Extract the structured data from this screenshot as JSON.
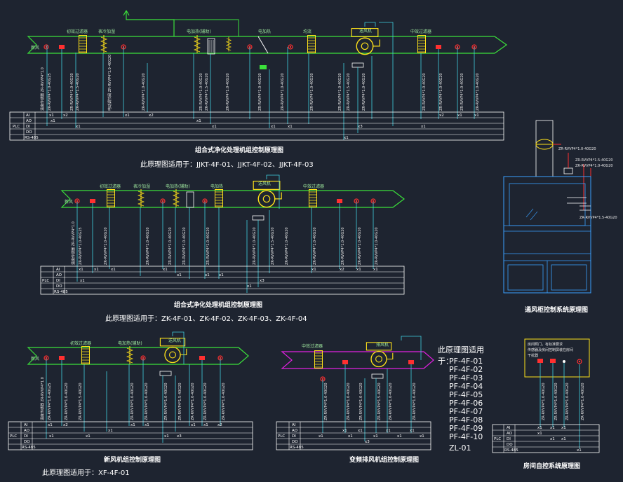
{
  "diagram1": {
    "caption": "组合式净化处理机组控制原理图",
    "applies_to": "此原理图适用于：JJKT-4F-01、JJKT-4F-02、JJKT-4F-03",
    "table_rows": [
      "AI",
      "AO",
      "DI",
      "DO",
      "RS-485"
    ],
    "plc_label": "PLC",
    "counts": [
      "x1",
      "x2",
      "x1",
      "x1",
      "x2",
      "x1",
      "x1",
      "x1",
      "x1",
      "x3",
      "x1",
      "x1",
      "x2",
      "x1",
      "x1",
      "x1"
    ],
    "labels": [
      "初效过滤器",
      "表冷加湿",
      "电加热(辅助)",
      "电加热",
      "均流",
      "送风机",
      "中效过滤器",
      "新风"
    ]
  },
  "diagram2": {
    "caption": "组合式净化处理机组控制原理图",
    "applies_to": "此原理图适用于：ZK-4F-01、ZK-4F-02、ZK-4F-03、ZK-4F-04",
    "table_rows": [
      "AI",
      "AO",
      "DI",
      "DO",
      "RS-485"
    ],
    "plc_label": "PLC",
    "counts": [
      "x1",
      "x1",
      "x1",
      "x1",
      "x1",
      "x1",
      "x1",
      "x1",
      "x3",
      "x1",
      "x1",
      "x2",
      "x1",
      "x1"
    ],
    "labels": [
      "初效过滤器",
      "表冷加湿",
      "电加热(辅助)",
      "电加热",
      "送风机",
      "中效过滤器",
      "新风"
    ]
  },
  "diagram3": {
    "caption": "新风机组控制原理图",
    "applies_to": "此原理图适用于：XF-4F-01",
    "table_rows": [
      "AI",
      "AO",
      "DI",
      "DO",
      "RS-485"
    ],
    "plc_label": "PLC",
    "counts": [
      "x1",
      "x2",
      "x1",
      "x1",
      "x1",
      "x1",
      "x1",
      "x1",
      "x3",
      "x1",
      "x2",
      "x1"
    ],
    "labels": [
      "初效过滤器",
      "电加热(辅助)",
      "送风机",
      "新风"
    ]
  },
  "diagram4": {
    "caption": "变频排风机组控制原理图",
    "applies_to_title": "此原理图适用",
    "applies_prefix": "于：",
    "units": [
      "PF-4F-01",
      "PF-4F-02",
      "PF-4F-03",
      "PF-4F-04",
      "PF-4F-05",
      "PF-4F-06",
      "PF-4F-07",
      "PF-4F-08",
      "PF-4F-09",
      "PF-4F-10",
      "ZL-01"
    ],
    "table_rows": [
      "AI",
      "AO",
      "DI",
      "DO",
      "RS-485"
    ],
    "plc_label": "PLC",
    "counts": [
      "x1",
      "x1",
      "x1",
      "x1",
      "x1",
      "x1",
      "x1",
      "x1",
      "x3",
      "x1"
    ],
    "labels": [
      "中效过滤器",
      "排风机"
    ]
  },
  "diagram5": {
    "caption": "通风柜控制系统原理图",
    "cable_labels": [
      "ZR-RVVP4*1.0-40G20",
      "ZR-RVVP4*1.5-40G20",
      "ZR-RVVP4*1.0-40G20",
      "ZR-RVVP4*1.5-40G20"
    ]
  },
  "diagram6": {
    "caption": "房间自控系统原理图",
    "note_lines": [
      "房间照门，有标准要求",
      "传感器及房间控制屏装在房间",
      "干扰器"
    ],
    "table_rows": [
      "AI",
      "AO",
      "DI",
      "DO",
      "RS-485"
    ],
    "plc_label": "PLC",
    "counts": [
      "x1",
      "x1",
      "x1",
      "x1",
      "x1",
      "x1",
      "x1"
    ]
  },
  "colors": {
    "background": "#1e2430",
    "duct": "#3be03b",
    "exhaust_duct": "#e020e0",
    "wire": "#40d0e0",
    "fan": "#ffe21a",
    "sensor": "#ff3030",
    "table": "#ffffff",
    "cabinet": "#3aa0ff"
  }
}
